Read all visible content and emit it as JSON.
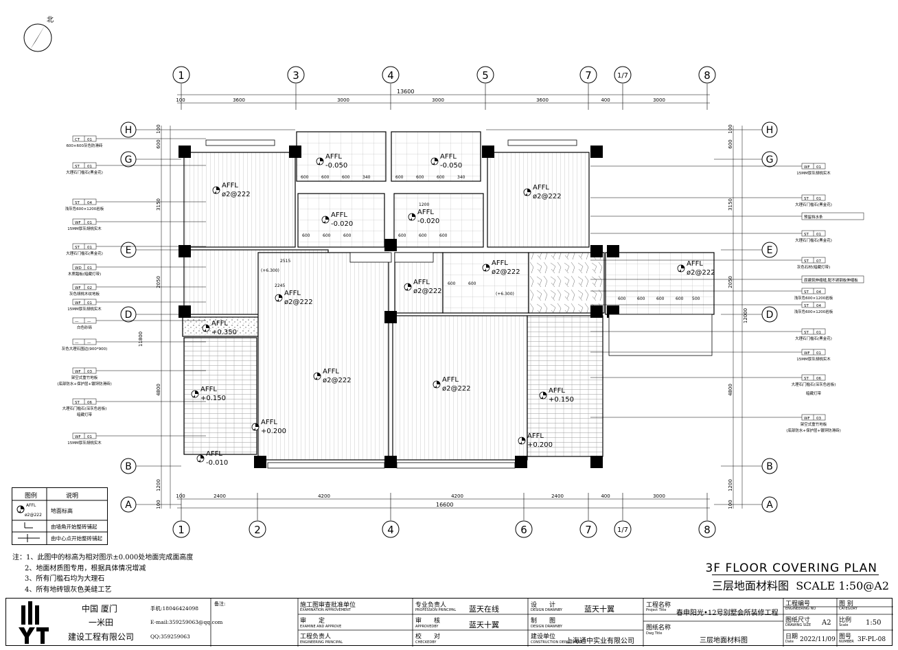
{
  "north": "北",
  "grid_top": [
    "1",
    "3",
    "4",
    "5",
    "7",
    "1/7",
    "8"
  ],
  "grid_bottom": [
    "1",
    "2",
    "4",
    "6",
    "7",
    "1/7",
    "8"
  ],
  "grid_rows": [
    "H",
    "G",
    "E",
    "D",
    "B",
    "A"
  ],
  "dims_top_total": "13600",
  "dims_top": [
    "100",
    "3600",
    "3000",
    "3000",
    "3600",
    "400",
    "3000"
  ],
  "dims_bottom_total": "16600",
  "dims_bottom": [
    "100",
    "2400",
    "4200",
    "4200",
    "2400",
    "400",
    "3000"
  ],
  "dims_left": [
    "100",
    "600",
    "3150",
    "2050",
    "4800",
    "1200",
    "100",
    "11800"
  ],
  "dims_right": [
    "100",
    "600",
    "3150",
    "2050",
    "12000",
    "4800",
    "1200",
    "100"
  ],
  "levels": [
    {
      "label": "AFFL",
      "value": "ø2@222"
    },
    {
      "label": "AFFL",
      "value": "-0.050"
    },
    {
      "label": "AFFL",
      "value": "-0.050"
    },
    {
      "label": "AFFL",
      "value": "ø2@222"
    },
    {
      "label": "AFFL",
      "value": "-0.020"
    },
    {
      "label": "AFFL",
      "value": "-0.020"
    },
    {
      "label": "AFFL",
      "value": "ø2@222"
    },
    {
      "label": "AFFL",
      "value": "ø2@222"
    },
    {
      "label": "AFFL",
      "value": "ø2@222"
    },
    {
      "label": "AFFL",
      "value": "ø2@222"
    },
    {
      "label": "AFFL",
      "value": "+0.350"
    },
    {
      "label": "AFFL",
      "value": "ø2@222"
    },
    {
      "label": "AFFL",
      "value": "ø2@222"
    },
    {
      "label": "AFFL",
      "value": "+0.150"
    },
    {
      "label": "AFFL",
      "value": "+0.150"
    },
    {
      "label": "AFFL",
      "value": "+0.200"
    },
    {
      "label": "AFFL",
      "value": "+0.200"
    },
    {
      "label": "AFFL",
      "value": "-0.010"
    }
  ],
  "left_tags": [
    {
      "code": "CT",
      "num": "01",
      "desc": "600×600灰色防滑砖"
    },
    {
      "code": "ST",
      "num": "01",
      "desc": "大理石门槛石(黑金花)"
    },
    {
      "code": "ST",
      "num": "04",
      "desc": "浅灰色600×1200岩板"
    },
    {
      "code": "WF",
      "num": "01",
      "desc": "15MM厚灰胡桃实木"
    },
    {
      "code": "ST",
      "num": "01",
      "desc": "大理石门槛石(黑金花)"
    },
    {
      "code": "WD",
      "num": "01",
      "desc": "木质踏板(暗藏灯带)"
    },
    {
      "code": "WF",
      "num": "02",
      "desc": "灰色胡桃木纹地板"
    },
    {
      "code": "WF",
      "num": "01",
      "desc": "15MM厚灰胡桃实木"
    },
    {
      "code": "—",
      "num": "—",
      "desc": "白色砂砾"
    },
    {
      "code": "—",
      "num": "—",
      "desc": "灰色大理石围边(900*900)"
    },
    {
      "code": "WF",
      "num": "03",
      "desc": "架空式重竹地板"
    },
    {
      "code": "ST",
      "num": "06",
      "desc": "大理石门槛石(深灰色岩板)"
    },
    {
      "code": "WF",
      "num": "01",
      "desc": "15MM厚灰胡桃实木"
    }
  ],
  "left_tag_sub": [
    "(底部防水+保护层+镀锌防滑砖)",
    "暗藏灯带"
  ],
  "right_tags": [
    {
      "code": "WF",
      "num": "01",
      "desc": "15MM厚灰胡桃实木"
    },
    {
      "code": "ST",
      "num": "01",
      "desc": "大理石门槛石(黑金花)"
    },
    {
      "code": "",
      "num": "",
      "desc": "预留挡水条"
    },
    {
      "code": "ST",
      "num": "01",
      "desc": "大理石门槛石(黑金花)"
    },
    {
      "code": "ST",
      "num": "07",
      "desc": "灰色石材(暗藏灯带)"
    },
    {
      "code": "",
      "num": "",
      "desc": "原建筑伸缩缝,配不锈钢板伸缩板"
    },
    {
      "code": "ST",
      "num": "04",
      "desc": "浅灰色600×1200岩板"
    },
    {
      "code": "ST",
      "num": "04",
      "desc": "浅灰色600×1200岩板"
    },
    {
      "code": "ST",
      "num": "01",
      "desc": "大理石门槛石(黑金花)"
    },
    {
      "code": "WF",
      "num": "01",
      "desc": "15MM厚灰胡桃实木"
    },
    {
      "code": "ST",
      "num": "06",
      "desc": "大理石门槛石(深灰色岩板)"
    },
    {
      "code": "WF",
      "num": "03",
      "desc": "架空式重竹地板"
    }
  ],
  "right_tag_sub": [
    "暗藏灯带",
    "(底部防水+保护层+镀锌防滑砖)"
  ],
  "legend": {
    "head_icon": "图例",
    "head_desc": "说明",
    "row1_label": "AFFL",
    "row1_value": "ø2@222",
    "row1_desc": "地面标高",
    "row2_desc": "由墙角开始整砖铺起",
    "row3_desc": "由中心点开始整砖铺起"
  },
  "notes": [
    "注：1、此图中的标高为相对图示±0.000处地面完成面高度",
    "2、地面材质图专用，根据具体情况增减",
    "3、所有门槛石均为大理石",
    "4、所有地砖银灰色美缝工艺"
  ],
  "title_en": "3F FLOOR COVERING PLAN",
  "title_cn": "三层地面材料图",
  "title_scale": "SCALE 1:50@A2",
  "company": {
    "line1": "中国 厦门",
    "line2": "一米田",
    "line3": "建设工程有限公司",
    "phone": "手机:18046424098",
    "email": "E-mail:359259063@qq.com",
    "qq": "QQ:359259063"
  },
  "tb": {
    "remarks_label": "备注:",
    "approval_unit": "施工图审查批准单位",
    "approval_unit_en": "EXAMINATION APPROVEMENT",
    "examine": "审　　定",
    "examine_en": "EXAMINE AND APPROVE",
    "eng_head": "工程负责人",
    "eng_head_en": "ENGINEERING PRINCIPAL",
    "prof_head": "专业负责人",
    "prof_head_en": "PROFESSION PRINCIPAL",
    "prof_name": "蓝天在线",
    "review": "审　　核",
    "review_en": "APPROVEDBY",
    "review_name": "蓝天十翼",
    "check": "校　　对",
    "check_en": "CHECKEDBY",
    "design": "设　　计",
    "design_en": "DESIGN DRAWNBY",
    "design_name": "蓝天十翼",
    "draw": "制　　图",
    "draw_en": "DESIGN DRAWNBY",
    "build_unit": "建设单位",
    "build_unit_en": "CONSTRUCTION DEPARTMENT",
    "build_unit_name": "上海通中实业有限公司",
    "proj_name": "工程名称",
    "proj_name_en": "Project Title",
    "proj_title": "春申阳光•12号别墅会所装修工程",
    "dwg_name": "图纸名称",
    "dwg_name_en": "Dwg Title",
    "dwg_title": "三层地面材料图",
    "proj_no": "工程编号",
    "proj_no_en": "ENGINEERING NO",
    "category": "图 别",
    "category_en": "CATEGORY",
    "size": "图纸尺寸",
    "size_en": "DRAWING SIZE",
    "size_val": "A2",
    "ratio": "比例",
    "ratio_en": "Scale",
    "ratio_val": "1:50",
    "date": "日期",
    "date_en": "Date",
    "date_val": "2022/11/09",
    "dwg_no": "图号",
    "dwg_no_en": "NUMBER",
    "dwg_no_val": "3F-PL-08"
  }
}
